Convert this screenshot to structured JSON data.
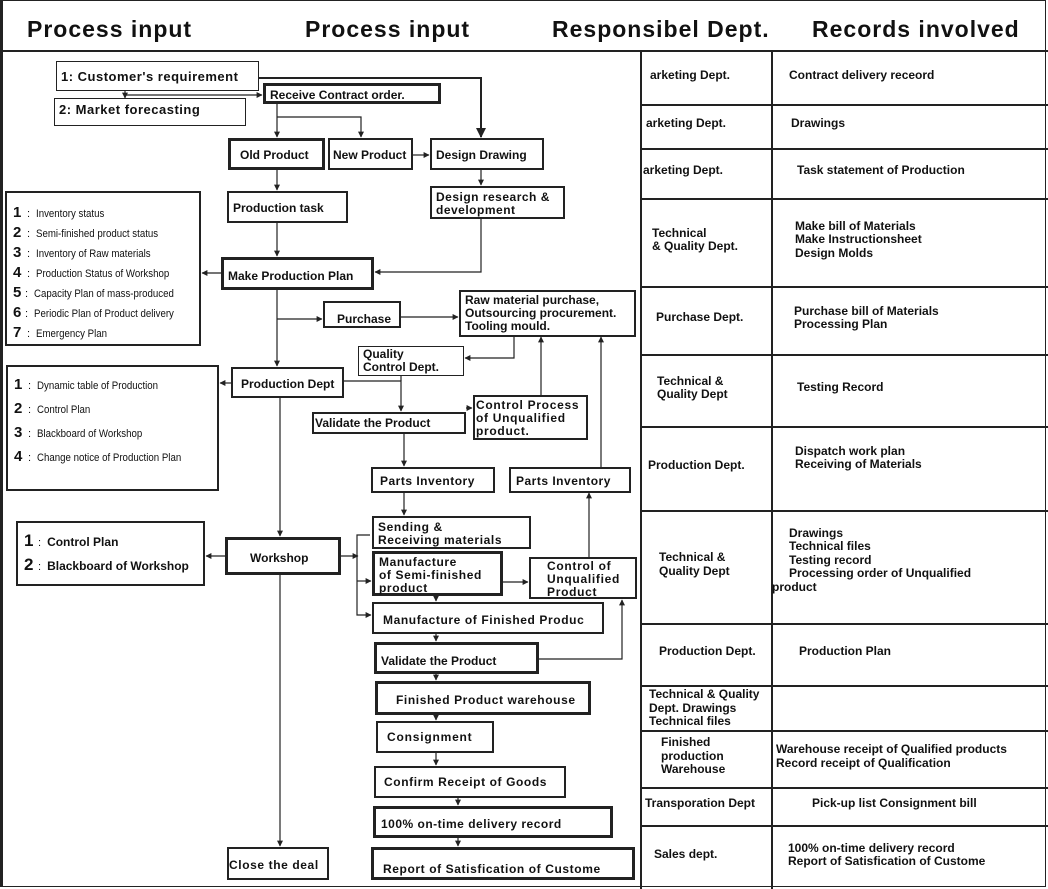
{
  "headers": {
    "col1": "Process input",
    "col2": "Process input",
    "col3": "Responsibel Dept.",
    "col4": "Records involved"
  },
  "inputs": {
    "customer_requirement": "1:  Customer's requirement",
    "market_forecasting": "2:  Market forecasting"
  },
  "flow": {
    "receive_contract": "Receive Contract order.",
    "old_product": "Old Product",
    "new_product": "New Product",
    "design_drawing": "Design Drawing",
    "production_task": "Production task",
    "design_rd": "Design research &\n development",
    "make_production_plan": "Make Production Plan",
    "purchase": "Purchase",
    "raw_material": "Raw material purchase,\n Outsourcing procurement.\n Tooling mould.",
    "quality_control": "    Quality\n    Control Dept.",
    "production_dept": "Production Dept",
    "validate_product_1": "Validate the Product",
    "control_process_unqualified": "Control Process\nof Unqualified\nproduct.",
    "parts_inventory_1": "Parts Inventory",
    "parts_inventory_2": "Parts Inventory",
    "workshop": "Workshop",
    "sending_receiving": "Sending &\n Receiving materials",
    "manufacture_semi": "  Manufacture\nof Semi-finished\n product",
    "control_unqualified": "Control of\nUnqualified\n Product",
    "manufacture_finished": "Manufacture of Finished Produc",
    "validate_product_2": "Validate the Product",
    "finished_warehouse": "Finished Product warehouse",
    "consignment": "Consignment",
    "confirm_receipt": "Confirm Receipt of Goods",
    "on_time_record": "100%  on-time delivery record",
    "satisfaction_report": "Report of Satisfication of Custome",
    "close_deal": "Close the deal"
  },
  "plan_inputs": [
    {
      "num": "1",
      "label": "Inventory status"
    },
    {
      "num": "2",
      "label": "Semi-finished product status"
    },
    {
      "num": "3",
      "label": "Inventory of Raw materials"
    },
    {
      "num": "4",
      "label": "Production Status of Workshop"
    },
    {
      "num": "5",
      "label": "Capacity Plan of mass-produced"
    },
    {
      "num": "6",
      "label": "Periodic Plan of Product delivery"
    },
    {
      "num": "7",
      "label": "Emergency Plan"
    }
  ],
  "production_dept_outputs": [
    {
      "num": "1",
      "label": "Dynamic table of Production"
    },
    {
      "num": "2",
      "label": " Control Plan"
    },
    {
      "num": "3",
      "label": "Blackboard of Workshop"
    },
    {
      "num": "4",
      "label": "Change notice of Production Plan"
    }
  ],
  "workshop_outputs": [
    {
      "num": "1",
      "label": "Control Plan"
    },
    {
      "num": "2",
      "label": "Blackboard of Workshop"
    }
  ],
  "table": [
    {
      "dept": "arketing Dept.",
      "records": "Contract delivery receord"
    },
    {
      "dept": "arketing Dept.",
      "records": "Drawings"
    },
    {
      "dept": "arketing Dept.",
      "records": "  Task statement of Production"
    },
    {
      "dept": "Technical\n& Quality Dept.",
      "records": "Make bill of Materials\nMake Instructionsheet\nDesign Molds"
    },
    {
      "dept": "Purchase Dept.",
      "records": "Purchase bill of Materials\n  Processing Plan"
    },
    {
      "dept": "Technical &\nQuality Dept",
      "records": "Testing Record"
    },
    {
      "dept": "Production Dept.",
      "records": "Dispatch work plan\nReceiving of Materials"
    },
    {
      "dept": "Technical &\n Quality Dept",
      "records": "Drawings\nTechnical files\nTesting record\n   Processing order of Unqualified\nproduct"
    },
    {
      "dept": "Production Dept.",
      "records": "Production Plan"
    },
    {
      "dept": "Technical & Quality\nDept.   Drawings\nTechnical files",
      "records": ""
    },
    {
      "dept": "Finished\nproduction\nWarehouse",
      "records": "Warehouse receipt of Qualified products\n   Record receipt of Qualification"
    },
    {
      "dept": "Transporation Dept",
      "records": "Pick-up list     Consignment bill"
    },
    {
      "dept": "Sales dept.",
      "records": "100%  on-time delivery record\n  Report of Satisfication of Custome"
    }
  ]
}
